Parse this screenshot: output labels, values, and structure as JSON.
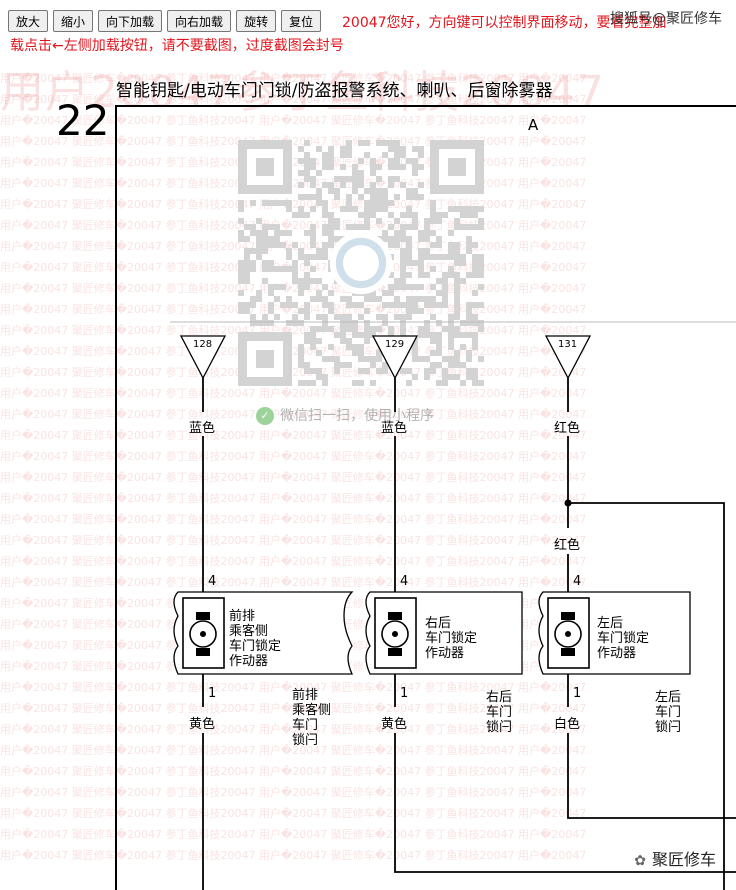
{
  "toolbar": {
    "zoom_in": "放大",
    "zoom_out": "缩小",
    "load_down": "向下加载",
    "load_right": "向右加载",
    "rotate": "旋转",
    "reset": "复位"
  },
  "notice": {
    "line1": "20047您好，方向键可以控制界面移动，要看完整加",
    "line2": "载点击←左侧加载按钮，请不要截图，过度截图会封号"
  },
  "watermark_account": "搜狐号@聚匠修车",
  "big_watermark": "用户20047参丁鱼科技20047",
  "watermark_row": "用户�20047 聚匠修车�20047 参丁鱼科技20047  用户�20047 聚匠修车�20047 参丁鱼科技20047  用户�20047",
  "page_number": "22",
  "diagram_title": "智能钥匙/电动车门门锁/防盗报警系统、喇叭、后窗除雾器",
  "section_label": "A",
  "qr_caption": "微信扫一扫，使用小程序",
  "connectors": [
    {
      "num": "128",
      "color_top": "蓝色",
      "pin_top": "4",
      "pin_bottom": "1",
      "color_bottom": "黄色",
      "actuator": [
        "前排",
        "乘客侧",
        "车门锁定",
        "作动器"
      ],
      "lock": [
        "前排",
        "乘客侧",
        "车门",
        "锁闩"
      ]
    },
    {
      "num": "129",
      "color_top": "蓝色",
      "pin_top": "4",
      "pin_bottom": "1",
      "color_bottom": "黄色",
      "actuator": [
        "右后",
        "车门锁定",
        "作动器"
      ],
      "lock": [
        "右后",
        "车门",
        "锁闩"
      ]
    },
    {
      "num": "131",
      "color_top": "红色",
      "color_mid": "红色",
      "pin_top": "4",
      "pin_bottom": "1",
      "color_bottom": "白色",
      "actuator": [
        "左后",
        "车门锁定",
        "作动器"
      ],
      "lock": [
        "左后",
        "车门",
        "锁闩"
      ]
    }
  ],
  "brand": "聚匠修车"
}
